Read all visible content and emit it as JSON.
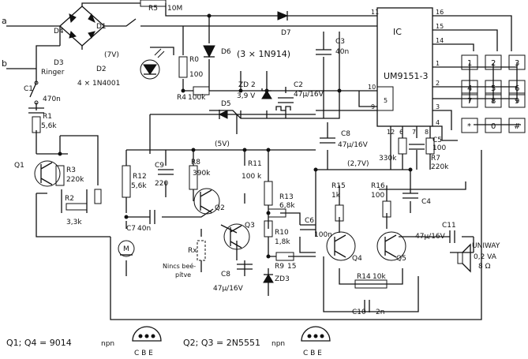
{
  "terminals": {
    "a": "a",
    "b": "b"
  },
  "bridge": {
    "d1": "D1",
    "d2": "D2",
    "d3": "D3",
    "d4": "D4",
    "type": "4 × 1N4001",
    "voltage": "(7V)"
  },
  "ringer": "Ringer",
  "resistors": {
    "r0": "R0",
    "r0v": "100",
    "r1": "R1",
    "r1v": "5,6k",
    "r2": "R2",
    "r2v": "3,3k",
    "r3": "R3",
    "r3v": "220k",
    "r4": "R4",
    "r4v": "100k",
    "r5": "R5",
    "r5v": "10M",
    "r7": "R7",
    "r7v": "220k",
    "r8": "R8",
    "r8v": "390k",
    "r9": "R9",
    "r9v": "15",
    "r10": "R10",
    "r10v": "1,8k",
    "r11": "R11",
    "r11v": "100 k",
    "r12": "R12",
    "r12v": "5,6k",
    "r13": "R13",
    "r13v": "6,8k",
    "r14": "R14",
    "r14v": "10k",
    "r15": "R15",
    "r15v": "1k",
    "r16": "R16",
    "r16v": "100",
    "rx": "Rx",
    "r330": "330k"
  },
  "capacitors": {
    "c1": "C1",
    "c1v": "470n",
    "c2": "C2",
    "c2v": "47µ/16V",
    "c3": "C3",
    "c3v": "40n",
    "c4": "C4",
    "c5": "C5",
    "c5v": "100",
    "c6": "C6",
    "c6v": "100n",
    "c7": "C7",
    "c7v": "40n",
    "c8": "C8",
    "c8v": "47µ/16V",
    "c8b": "C8",
    "c8bv": "47µ/16V",
    "c9": "C9",
    "c9v": "220",
    "c10": "C10",
    "c10v": "2n",
    "c11": "C11",
    "c11v": "47µ/16V"
  },
  "diodes": {
    "d5": "D5",
    "d6": "D6",
    "d6type": "(3 × 1N914)",
    "d7": "D7",
    "zd2": "ZD 2",
    "zd2v": "3,9 V",
    "zd3": "ZD3"
  },
  "ic": {
    "label": "IC",
    "part": "UM9151-3",
    "pins": [
      "11",
      "16",
      "15",
      "14",
      "10",
      "5",
      "9",
      "12",
      "6",
      "7",
      "8",
      "1",
      "2",
      "3",
      "4"
    ]
  },
  "keypad": [
    "1",
    "2",
    "3",
    "4",
    "5",
    "6",
    "7",
    "8",
    "9",
    "*",
    "0",
    "#"
  ],
  "transistors": {
    "q1": "Q1",
    "q2": "Q2",
    "q3": "Q3",
    "q4": "Q4",
    "q5": "Q5"
  },
  "voltages": {
    "v5": "(5V)",
    "v27": "(2,7V)"
  },
  "mic": "M",
  "mute_note": [
    "Nincs beé-",
    "pítve"
  ],
  "speaker": {
    "brand": "UNIWAY",
    "power": "0,2 VA",
    "imp": "8 Ω"
  },
  "footer": {
    "q14": "Q1; Q4 = 9014",
    "q23": "Q2; Q3 = 2N5551",
    "npn1": "npn",
    "npn2": "npn",
    "pins": "C B E"
  }
}
